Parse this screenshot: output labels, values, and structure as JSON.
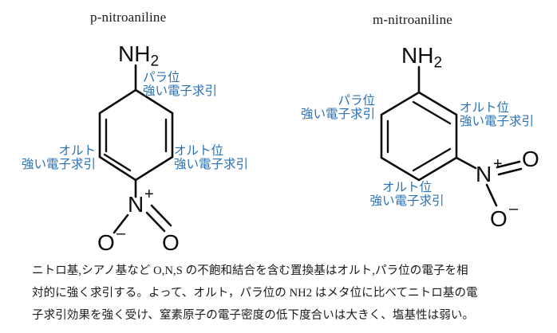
{
  "molecules": [
    {
      "id": "p-nitroaniline",
      "title": "p-nitroaniline",
      "amine_label": "NH",
      "amine_sub": "2",
      "nitrogen_label": "N",
      "nitrogen_charge": "+",
      "oxygen_anion_label": "O",
      "oxygen_anion_charge": "–",
      "oxygen_label": "O",
      "annotations": [
        {
          "position": "para",
          "line1": "パラ位",
          "line2": "強い電子求引"
        },
        {
          "position": "ortho-left",
          "line1": "オルト",
          "line2": "強い電子求引"
        },
        {
          "position": "ortho-right",
          "line1": "オルト位",
          "line2": "強い電子求引"
        }
      ]
    },
    {
      "id": "m-nitroaniline",
      "title": "m-nitroaniline",
      "amine_label": "NH",
      "amine_sub": "2",
      "nitrogen_label": "N",
      "nitrogen_charge": "+",
      "oxygen_anion_label": "O",
      "oxygen_anion_charge": "–",
      "oxygen_label": "O",
      "annotations": [
        {
          "position": "para-left",
          "line1": "パラ位",
          "line2": "強い電子求引"
        },
        {
          "position": "ortho-right",
          "line1": "オルト位",
          "line2": "強い電子求引"
        },
        {
          "position": "ortho-bottom",
          "line1": "オルト位",
          "line2": "強い電子求引"
        }
      ]
    }
  ],
  "caption": {
    "line1": "ニトロ基,シアノ基など O,N,S の不飽和結合を含む置換基はオルト,パラ位の電子を相",
    "line2": "対的に強く求引する。よって、オルト，パラ位の NH2 はメタ位に比べてニトロ基の電",
    "line3": "子求引効果を強く受け、窒素原子の電子密度の低下度合いは大きく、塩基性は弱い。"
  },
  "colors": {
    "annotation_blue": "#2a72b5",
    "bond_black": "#0d0d0d",
    "text_black": "#1a1a1a",
    "background": "#ffffff"
  }
}
